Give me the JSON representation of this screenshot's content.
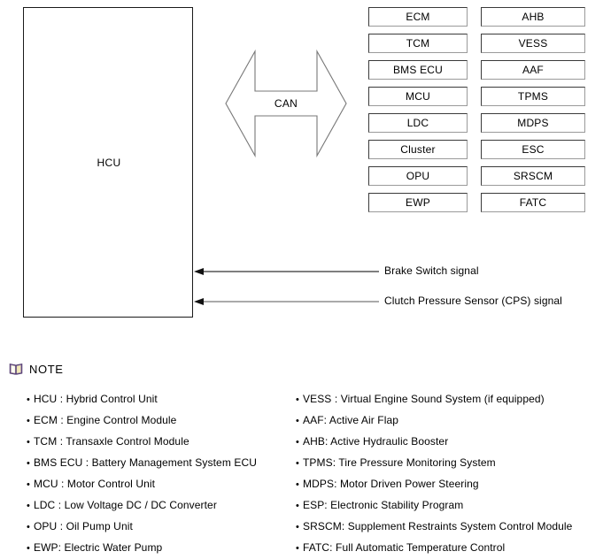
{
  "diagram": {
    "hcu": {
      "label": "HCU"
    },
    "can": {
      "label": "CAN"
    },
    "modules_left": [
      {
        "label": "ECM"
      },
      {
        "label": "TCM"
      },
      {
        "label": "BMS ECU"
      },
      {
        "label": "MCU"
      },
      {
        "label": "LDC"
      },
      {
        "label": "Cluster"
      },
      {
        "label": "OPU"
      },
      {
        "label": "EWP"
      }
    ],
    "modules_right": [
      {
        "label": "AHB"
      },
      {
        "label": "VESS"
      },
      {
        "label": "AAF"
      },
      {
        "label": "TPMS"
      },
      {
        "label": "MDPS"
      },
      {
        "label": "ESC"
      },
      {
        "label": "SRSCM"
      },
      {
        "label": "FATC"
      }
    ],
    "signals": [
      {
        "label": "Brake Switch signal"
      },
      {
        "label": "Clutch Pressure Sensor (CPS) signal"
      }
    ]
  },
  "note": {
    "title": "NOTE",
    "icon": "open-book-icon",
    "bullet": "•",
    "items_left": [
      "HCU : Hybrid Control Unit",
      "ECM : Engine Control Module",
      "TCM : Transaxle Control Module",
      "BMS ECU : Battery Management System ECU",
      "MCU : Motor Control Unit",
      "LDC : Low Voltage DC / DC Converter",
      "OPU : Oil Pump Unit",
      "EWP: Electric Water Pump"
    ],
    "items_right": [
      "VESS : Virtual Engine Sound System (if equipped)",
      "AAF: Active Air Flap",
      "AHB: Active Hydraulic Booster",
      "TPMS: Tire Pressure Monitoring System",
      "MDPS: Motor Driven Power Steering",
      "ESP: Electronic Stability Program",
      "SRSCM: Supplement Restraints System Control Module",
      "FATC: Full Automatic Temperature Control"
    ]
  },
  "colors": {
    "line": "#1a1a1a",
    "box_border_dark": "#3a3a3a",
    "box_border_light": "#9a9a9a",
    "signal_line": "#555555",
    "note_icon_purple": "#7b5f9e",
    "background": "#ffffff"
  }
}
